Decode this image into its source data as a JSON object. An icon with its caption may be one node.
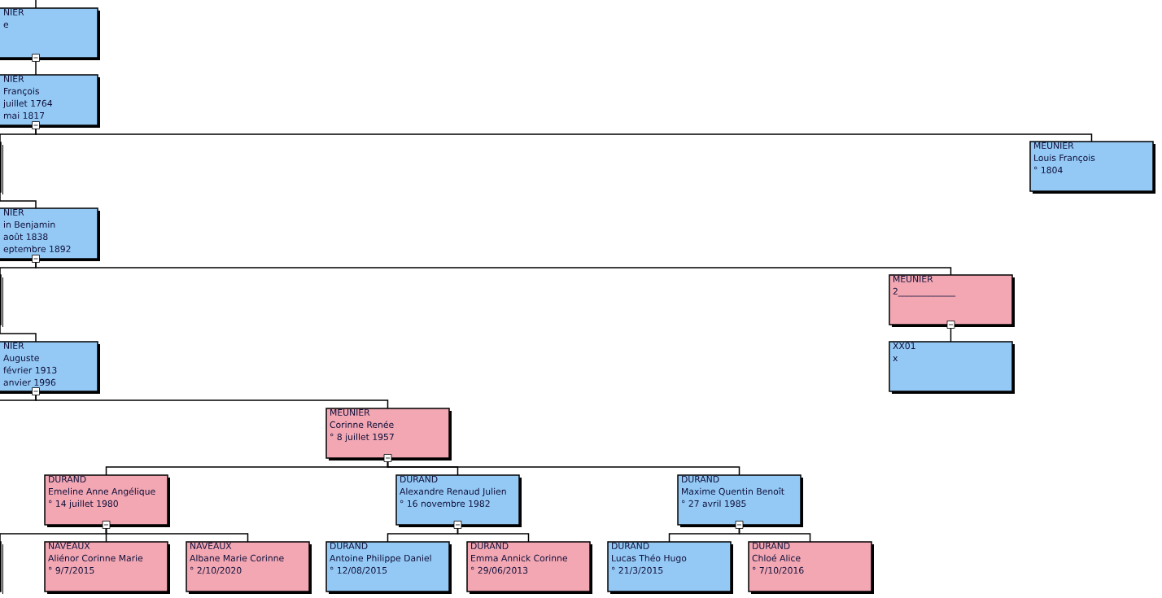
{
  "diagram": {
    "nodes": [
      {
        "text": [
          "NIER",
          "e"
        ]
      },
      {
        "text": [
          "NIER",
          "François",
          "juillet 1764",
          "mai 1817"
        ]
      },
      {
        "text": [],
        "shape": "box"
      },
      {
        "text": [
          "NIER",
          "in Benjamin",
          "août 1838",
          "eptembre 1892"
        ]
      },
      {
        "text": [],
        "shape": "box"
      },
      {
        "text": [
          "NIER",
          "Auguste",
          "février 1913",
          "anvier 1996"
        ]
      },
      {
        "text": [
          "MEUNIER",
          "Louis François",
          "° 1804"
        ]
      },
      {
        "text": [
          "MEUNIER",
          "2_____________"
        ]
      },
      {
        "text": [
          "XX01",
          "x"
        ]
      },
      {
        "text": [
          "MEUNIER",
          "Corinne Renée",
          "° 8 juillet 1957"
        ]
      },
      {
        "text": [
          "DURAND",
          "Emeline Anne Angélique",
          "° 14 juillet 1980"
        ]
      },
      {
        "text": [
          "DURAND",
          "Alexandre Renaud Julien",
          "° 16 novembre 1982"
        ]
      },
      {
        "text": [
          "DURAND",
          "Maxime Quentin Benoît",
          "° 27 avril 1985"
        ]
      },
      {
        "text": [],
        "shape": "box"
      },
      {
        "text": [
          "NAVEAUX",
          "Aliénor Corinne Marie",
          "° 9/7/2015"
        ]
      },
      {
        "text": [
          "NAVEAUX",
          "Albane Marie Corinne",
          "° 2/10/2020"
        ]
      },
      {
        "text": [
          "DURAND",
          "Antoine Philippe Daniel",
          "° 12/08/2015"
        ]
      },
      {
        "text": [
          "DURAND",
          "Emma Annick Corinne",
          "° 29/06/2013"
        ]
      },
      {
        "text": [
          "DURAND",
          "Lucas Théo Hugo",
          "° 21/3/2015"
        ]
      },
      {
        "text": [
          "DURAND",
          "Chloé Alice",
          "° 7/10/2016"
        ]
      }
    ],
    "edges": [
      {
        "from": null,
        "to": 0,
        "arrow": "none"
      },
      {
        "from": 0,
        "to": 1,
        "arrow": "none"
      },
      {
        "from": 1,
        "to": 2,
        "arrow": "none"
      },
      {
        "from": 1,
        "to": 6,
        "arrow": "none"
      },
      {
        "from": 2,
        "to": 3,
        "arrow": "none"
      },
      {
        "from": 3,
        "to": 4,
        "arrow": "none"
      },
      {
        "from": 3,
        "to": 7,
        "arrow": "none"
      },
      {
        "from": 4,
        "to": 5,
        "arrow": "none"
      },
      {
        "from": 5,
        "to": null,
        "arrow": "none"
      },
      {
        "from": 5,
        "to": 9,
        "arrow": "none"
      },
      {
        "from": 7,
        "to": 8,
        "arrow": "none"
      },
      {
        "from": 9,
        "to": 10,
        "arrow": "none"
      },
      {
        "from": 9,
        "to": 11,
        "arrow": "none"
      },
      {
        "from": 9,
        "to": 12,
        "arrow": "none"
      },
      {
        "from": 10,
        "to": 13,
        "arrow": "none"
      },
      {
        "from": 10,
        "to": 14,
        "arrow": "none"
      },
      {
        "from": 10,
        "to": 15,
        "arrow": "none"
      },
      {
        "from": 11,
        "to": 16,
        "arrow": "none"
      },
      {
        "from": 11,
        "to": 17,
        "arrow": "none"
      },
      {
        "from": 12,
        "to": 18,
        "arrow": "none"
      },
      {
        "from": 12,
        "to": 19,
        "arrow": "none"
      }
    ]
  }
}
